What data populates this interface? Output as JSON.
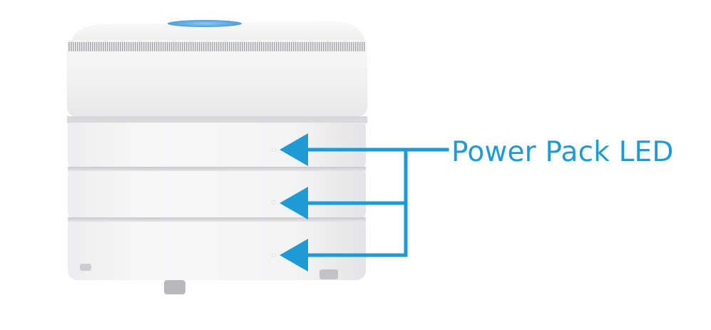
{
  "callout": {
    "label": "Power Pack LED",
    "color": "#1e9ad6"
  },
  "device": {
    "modules": [
      "router-base",
      "power-pack",
      "power-pack",
      "power-pack"
    ],
    "body_color": "#f6f6f7",
    "led_color": "#ffffff",
    "accent_color": "#5aa9e6"
  }
}
